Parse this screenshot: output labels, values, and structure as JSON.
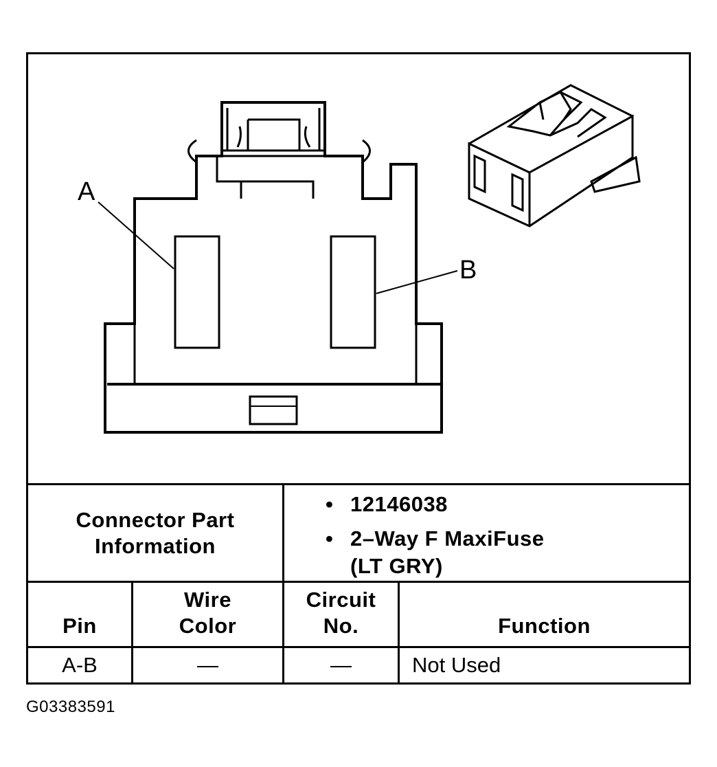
{
  "callouts": {
    "a": "A",
    "b": "B"
  },
  "connector_info": {
    "label_line1": "Connector Part",
    "label_line2": "Information",
    "bullet": "•",
    "part_number": "12146038",
    "description_line1": "2–Way F MaxiFuse",
    "description_line2": "(LT GRY)"
  },
  "table": {
    "headers": {
      "pin": [
        "Pin"
      ],
      "wire_color": [
        "Wire",
        "Color"
      ],
      "circuit_no": [
        "Circuit",
        "No."
      ],
      "function": [
        "Function"
      ]
    },
    "rows": [
      {
        "pin": "A-B",
        "wire_color": "—",
        "circuit_no": "—",
        "function": "Not Used"
      }
    ]
  },
  "figure_id": "G03383591"
}
